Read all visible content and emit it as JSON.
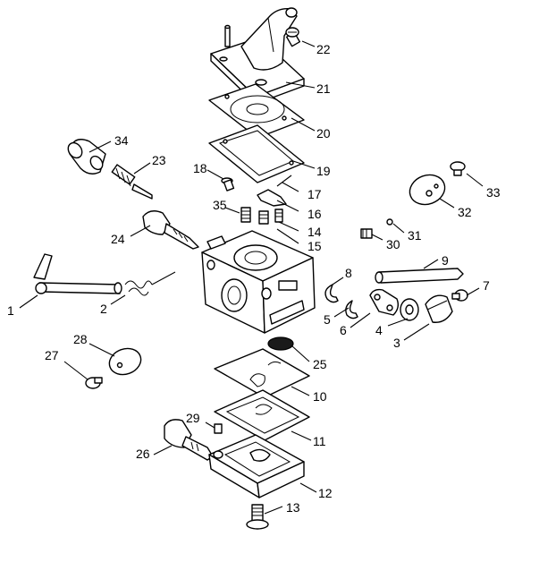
{
  "diagram": {
    "callouts": [
      {
        "id": "22",
        "label": "22"
      },
      {
        "id": "21",
        "label": "21"
      },
      {
        "id": "20",
        "label": "20"
      },
      {
        "id": "34",
        "label": "34"
      },
      {
        "id": "23",
        "label": "23"
      },
      {
        "id": "19",
        "label": "19"
      },
      {
        "id": "18",
        "label": "18"
      },
      {
        "id": "17",
        "label": "17"
      },
      {
        "id": "16",
        "label": "16"
      },
      {
        "id": "35",
        "label": "35"
      },
      {
        "id": "14",
        "label": "14"
      },
      {
        "id": "33",
        "label": "33"
      },
      {
        "id": "32",
        "label": "32"
      },
      {
        "id": "15",
        "label": "15"
      },
      {
        "id": "24",
        "label": "24"
      },
      {
        "id": "31",
        "label": "31"
      },
      {
        "id": "30",
        "label": "30"
      },
      {
        "id": "9",
        "label": "9"
      },
      {
        "id": "8",
        "label": "8"
      },
      {
        "id": "7",
        "label": "7"
      },
      {
        "id": "1",
        "label": "1"
      },
      {
        "id": "2",
        "label": "2"
      },
      {
        "id": "5",
        "label": "5"
      },
      {
        "id": "6",
        "label": "6"
      },
      {
        "id": "4",
        "label": "4"
      },
      {
        "id": "3",
        "label": "3"
      },
      {
        "id": "28",
        "label": "28"
      },
      {
        "id": "27",
        "label": "27"
      },
      {
        "id": "25",
        "label": "25"
      },
      {
        "id": "10",
        "label": "10"
      },
      {
        "id": "29",
        "label": "29"
      },
      {
        "id": "11",
        "label": "11"
      },
      {
        "id": "26",
        "label": "26"
      },
      {
        "id": "12",
        "label": "12"
      },
      {
        "id": "13",
        "label": "13"
      }
    ]
  }
}
